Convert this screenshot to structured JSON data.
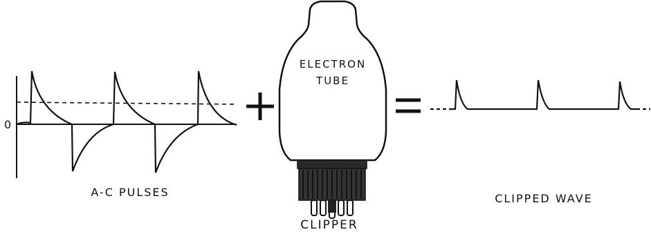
{
  "labels": {
    "zero": "0",
    "ac_pulses": "A-C PULSES",
    "tube_line1": "ELECTRON",
    "tube_line2": "TUBE",
    "clipper": "CLIPPER",
    "clipped_wave": "CLIPPED WAVE"
  },
  "operators": {
    "plus": "+",
    "equals": "="
  },
  "colors": {
    "ink": "#111111",
    "background": "#ffffff"
  }
}
